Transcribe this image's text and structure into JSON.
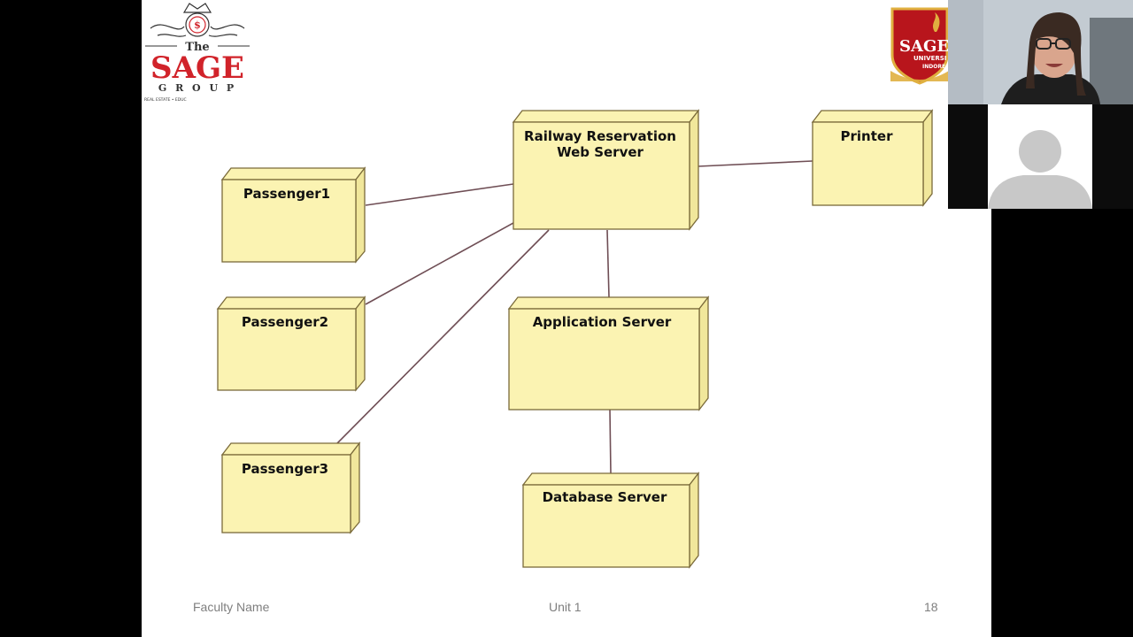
{
  "slide": {
    "footer": {
      "faculty": "Faculty Name",
      "unit": "Unit 1",
      "page_number": "18"
    }
  },
  "logos": {
    "sage_group": {
      "the": "The",
      "name": "SAGE",
      "group": "G R O U P",
      "tagline": "REAL ESTATE • EDUC"
    },
    "sage_university": {
      "name": "SAGE",
      "line1": "UNIVERSI",
      "line2": "INDORE"
    }
  },
  "diagram": {
    "nodes": {
      "web_server": {
        "line1": "Railway Reservation",
        "line2": "Web Server"
      },
      "printer": "Printer",
      "passenger1": "Passenger1",
      "passenger2": "Passenger2",
      "passenger3": "Passenger3",
      "app_server": "Application Server",
      "db_server": "Database Server"
    }
  },
  "colors": {
    "node_fill": "#fbf3b2",
    "node_side": "#f1e79b",
    "node_stroke": "#7a6a3a",
    "connector": "#6f4e55",
    "sage_red": "#d1232a",
    "footer_text": "#7f7f7f"
  },
  "video": {
    "speaker": "speaker-video",
    "participant": "avatar-placeholder"
  }
}
